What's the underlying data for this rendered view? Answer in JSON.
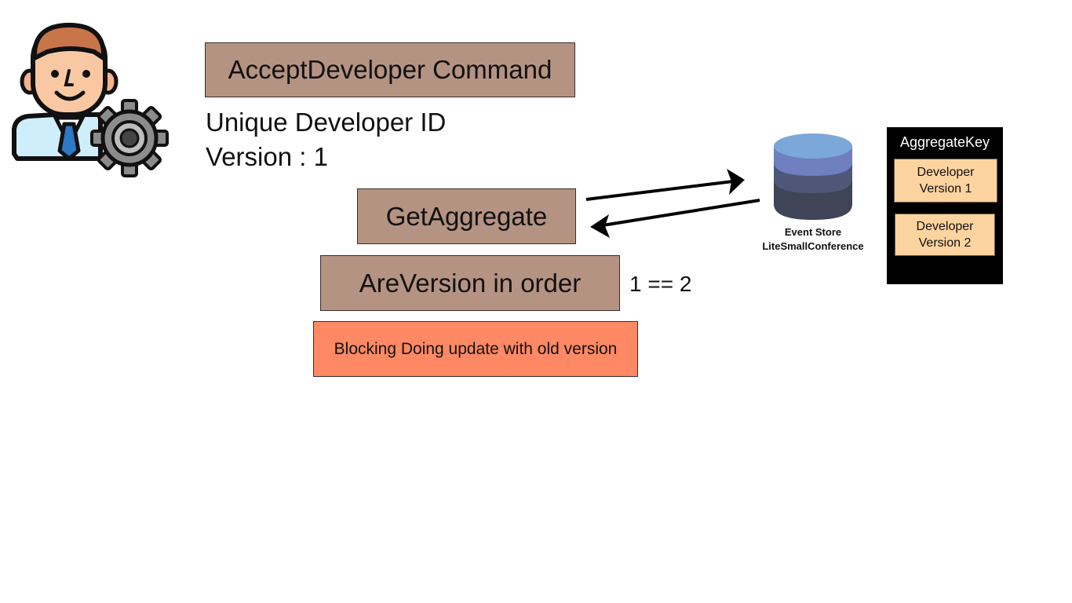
{
  "diagram": {
    "command_label": "AcceptDeveloper Command",
    "unique_id_label": "Unique Developer ID",
    "version_label": "Version : 1",
    "get_aggregate_label": "GetAggregate",
    "version_check_label": "AreVersion in order",
    "compare_label": "1 == 2",
    "blocking_label": "Blocking Doing update with old version",
    "event_store": {
      "title": "Event Store",
      "subtitle": "LiteSmallConference"
    },
    "aggregate_panel": {
      "title": "AggregateKey",
      "items": [
        {
          "line1": "Developer",
          "line2": "Version 1"
        },
        {
          "line1": "Developer",
          "line2": "Version 2"
        }
      ]
    }
  },
  "icons": {
    "developer": "developer-avatar-icon",
    "gear": "gear-icon",
    "database": "database-icon"
  },
  "colors": {
    "step_box": "#b59382",
    "blocking_box": "#fe8964",
    "version_card": "#fdd39f",
    "panel_bg": "#000000",
    "db_top": "#7ba7d9",
    "db_layer_1": "#6f7fc0",
    "db_layer_2": "#4f5779",
    "db_layer_3": "#3f4457"
  }
}
